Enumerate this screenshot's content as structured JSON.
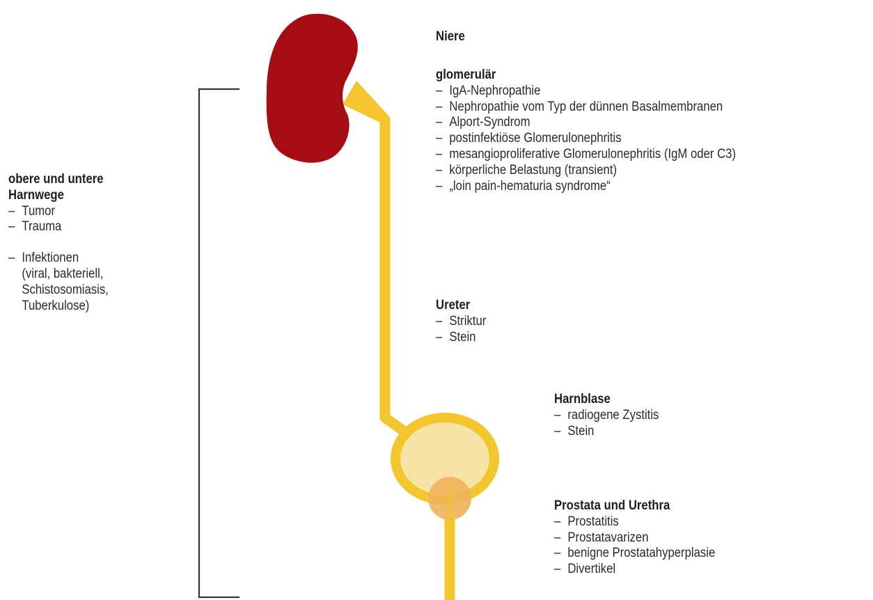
{
  "organs": {
    "kidney": {
      "heading": "Niere"
    },
    "glomerular": {
      "heading": "glomerulär",
      "items": [
        "IgA-Nephropathie",
        "Nephropathie vom Typ der dünnen Basalmembranen",
        "Alport-Syndrom",
        "postinfektiöse Glomerulonephritis",
        "mesangioproliferative Glomerulonephritis (IgM oder C3)",
        "körperliche Belastung (transient)",
        "„loin pain-hematuria syndrome“"
      ]
    },
    "ureter": {
      "heading": "Ureter",
      "items": [
        "Striktur",
        "Stein"
      ]
    },
    "bladder": {
      "heading": "Harnblase",
      "items": [
        "radiogene Zystitis",
        "Stein"
      ]
    },
    "prostate": {
      "heading": "Prostata und Urethra",
      "items": [
        "Prostatitis",
        "Prostatavarizen",
        "benigne Prostatahyperplasie",
        "Divertikel"
      ]
    }
  },
  "urinary_tract": {
    "heading_line1": "obere und untere",
    "heading_line2": "Harnwege",
    "items": [
      "Tumor",
      "Trauma"
    ],
    "infection": {
      "label": "Infektionen",
      "detail_lines": [
        "(viral, bakteriell,",
        "Schistosomiasis,",
        "Tuberkulose)"
      ]
    }
  },
  "colors": {
    "kidney": "#a50d12",
    "ureter": "#f2c62c",
    "bladder_fill": "#f8e3a6",
    "prostate": "#efb35a",
    "bracket": "#333333"
  }
}
